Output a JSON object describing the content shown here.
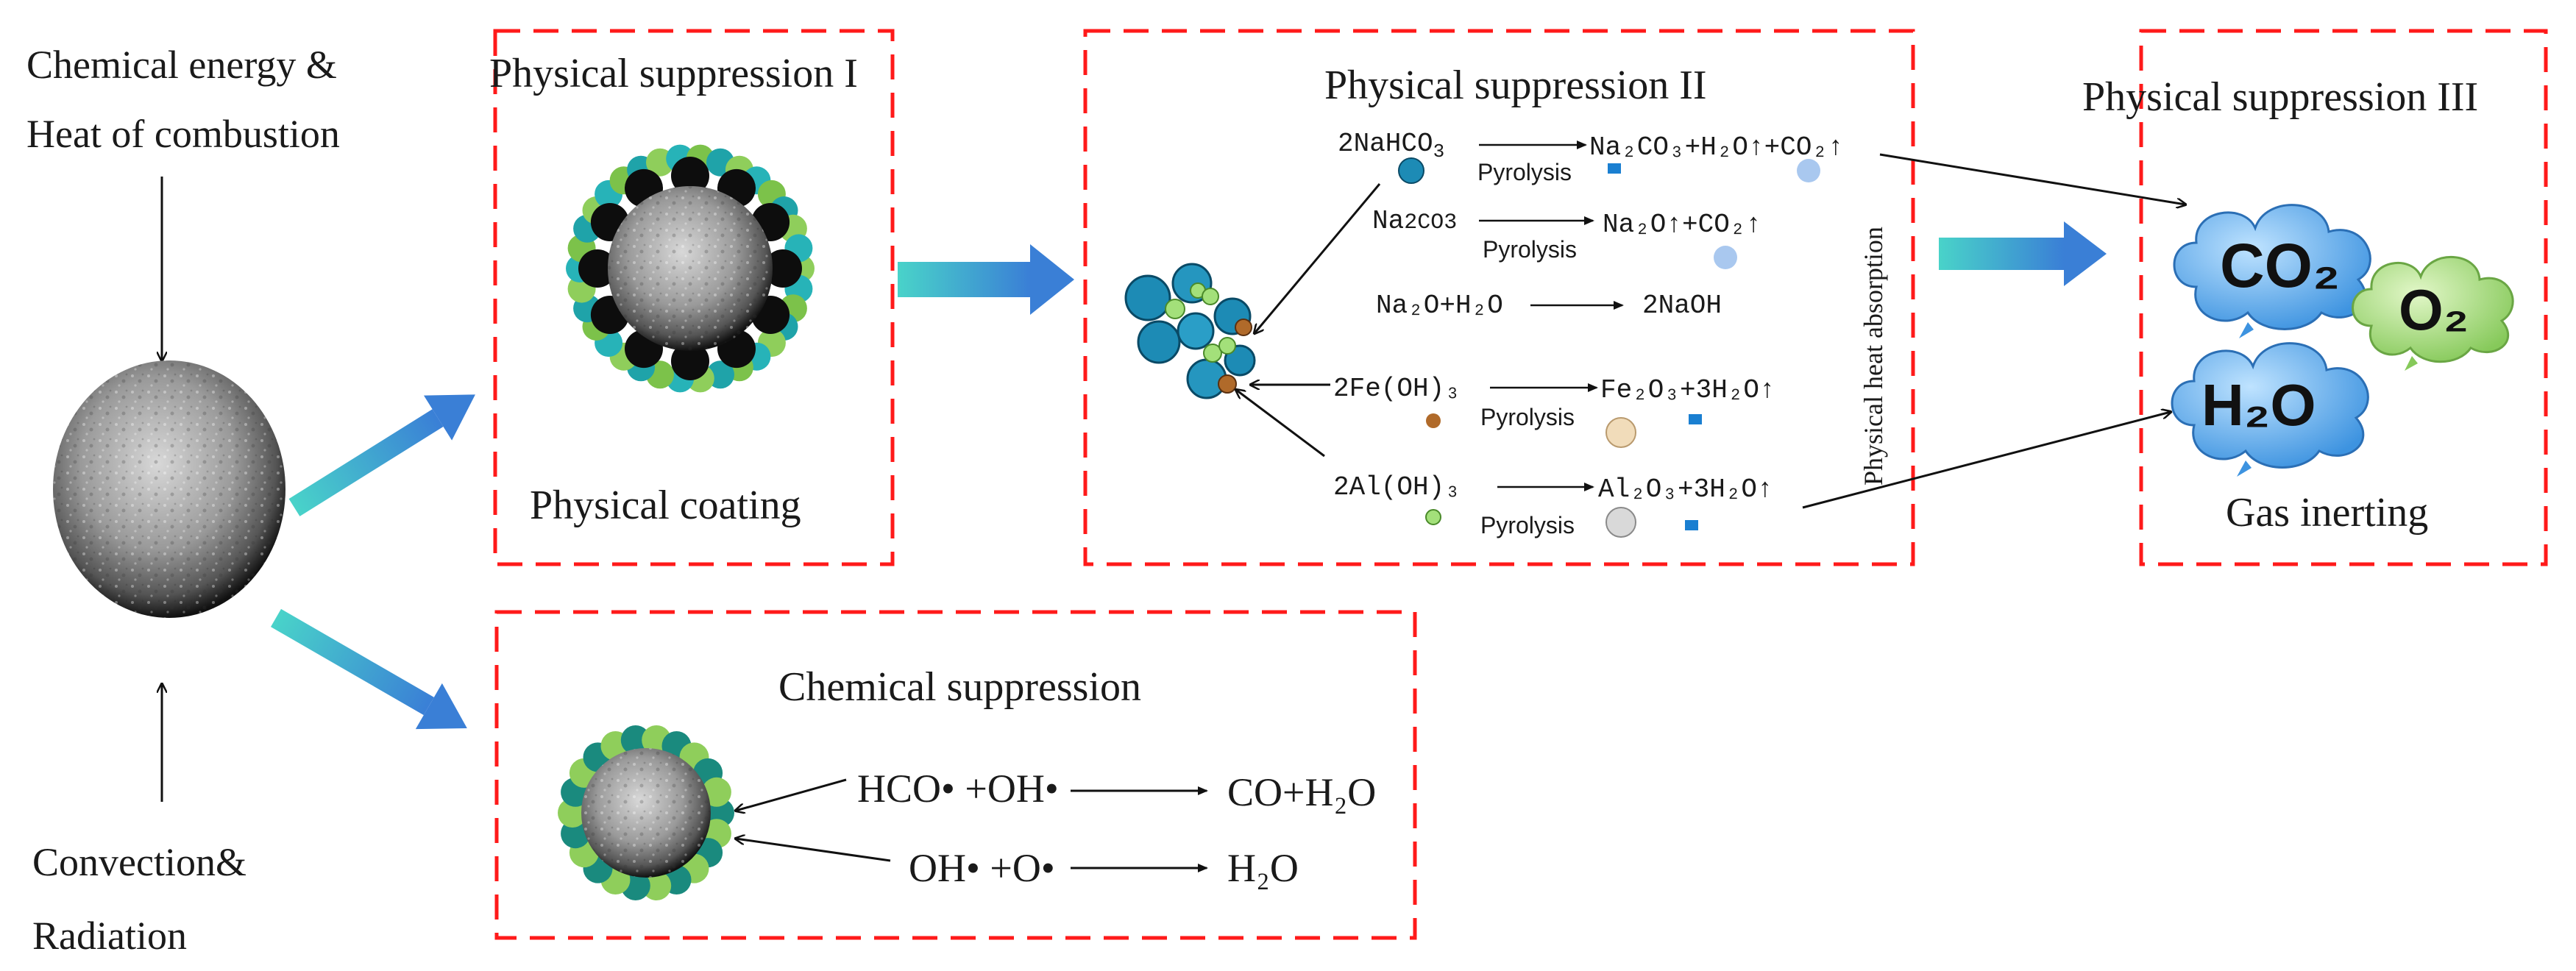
{
  "inputs": {
    "top_line1": "Chemical energy &",
    "top_line2": "Heat of combustion",
    "bottom_line1": "Convection&",
    "bottom_line2": "Radiation"
  },
  "panel1": {
    "title": "Physical suppression I",
    "caption": "Physical coating"
  },
  "panel2": {
    "title": "Physical suppression II",
    "side_label": "Physical heat absorption",
    "reactions": [
      {
        "reactant": "2NaHCO",
        "sub": "3",
        "condition": "Pyrolysis",
        "product": "Na₂CO₃+H₂O↑+CO₂↑"
      },
      {
        "reactant": "Na",
        "sub": "2CO3",
        "condition": "Pyrolysis",
        "product": "Na₂O↑+CO₂↑"
      },
      {
        "reactant": "Na₂O+H₂O",
        "condition": "",
        "product": "2NaOH"
      },
      {
        "reactant": "2Fe(OH)₃",
        "condition": "Pyrolysis",
        "product": "Fe₂O₃+3H₂O↑"
      },
      {
        "reactant": "2Al(OH)₃",
        "condition": "Pyrolysis",
        "product": "Al₂O₃+3H₂O↑"
      }
    ]
  },
  "panel3": {
    "title": "Physical suppression III",
    "caption": "Gas inerting",
    "gases": [
      "CO₂",
      "O₂",
      "H₂O"
    ]
  },
  "panel4": {
    "title": "Chemical suppression",
    "reactions": [
      {
        "reactant": "HCO• +OH•",
        "product": "CO+H₂O"
      },
      {
        "reactant": "OH• +O•",
        "product": "H₂O"
      }
    ]
  },
  "colors": {
    "dash_red": "#ff1a1a",
    "flow_arrow": "#3a9bd6",
    "cloud_blue": "#4aa3e8",
    "cloud_green": "#9ed36a"
  }
}
